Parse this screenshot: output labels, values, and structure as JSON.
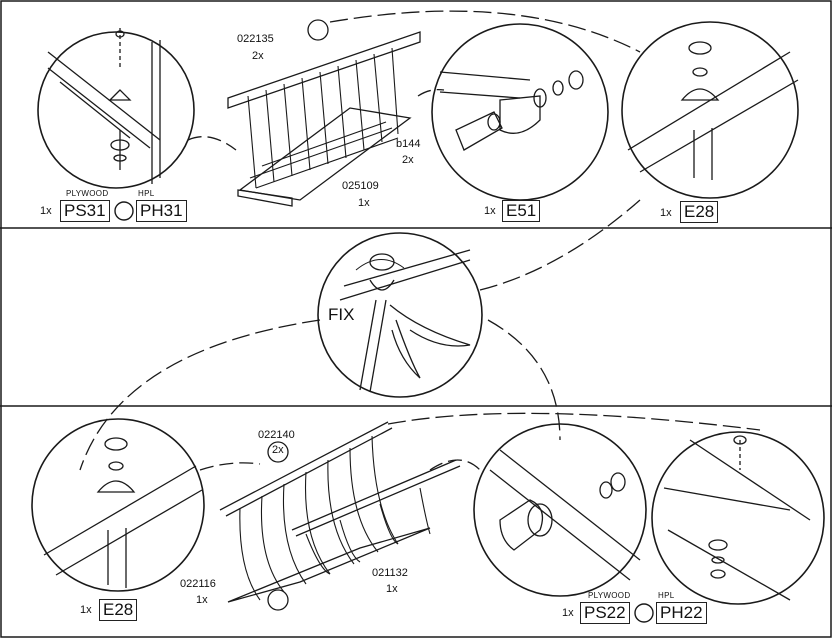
{
  "top_panel": {
    "part_a": {
      "code": "022135",
      "qty": "2x"
    },
    "part_b": {
      "code": "b144",
      "qty": "2x"
    },
    "part_c": {
      "code": "025109",
      "qty": "1x"
    },
    "badge_ps": {
      "qty": "1x",
      "material_top": "PLYWOOD",
      "code": "PS31",
      "material_right": "HPL",
      "code_right": "PH31"
    },
    "badge_e51": {
      "qty": "1x",
      "code": "E51"
    },
    "badge_e28": {
      "qty": "1x",
      "code": "E28"
    }
  },
  "middle_panel": {
    "action": "FIX"
  },
  "bottom_panel": {
    "part_a": {
      "code": "022140",
      "qty": "2x"
    },
    "part_b": {
      "code": "022116",
      "qty": "1x"
    },
    "part_c": {
      "code": "021132",
      "qty": "1x"
    },
    "badge_e28": {
      "qty": "1x",
      "code": "E28"
    },
    "badge_ps": {
      "qty": "1x",
      "material_top": "PLYWOOD",
      "code": "PS22",
      "material_right": "HPL",
      "code_right": "PH22"
    }
  }
}
